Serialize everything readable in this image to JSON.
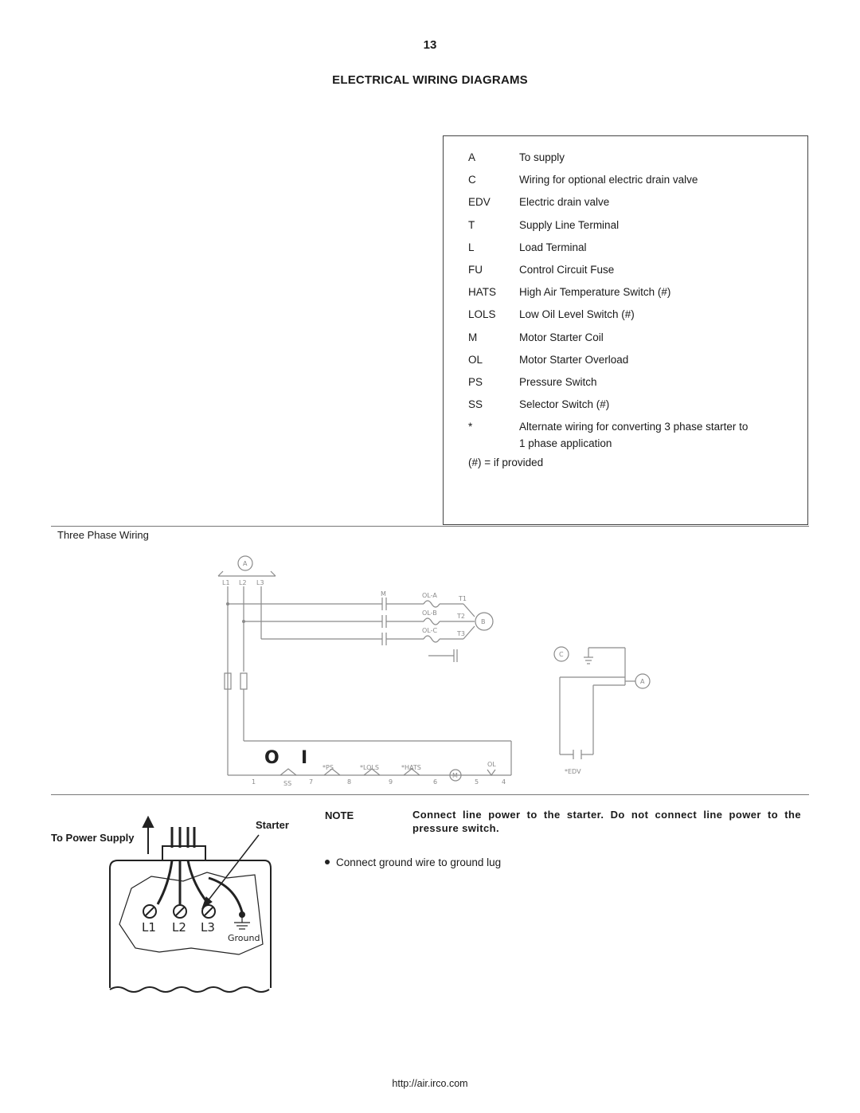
{
  "page_number": "13",
  "title": "ELECTRICAL WIRING DIAGRAMS",
  "legend": {
    "items": [
      {
        "code": "A",
        "desc": "To supply"
      },
      {
        "code": "C",
        "desc": "Wiring for optional electric drain valve"
      },
      {
        "code": "EDV",
        "desc": "Electric drain valve"
      },
      {
        "code": "T",
        "desc": "Supply Line Terminal"
      },
      {
        "code": "L",
        "desc": "Load Terminal"
      },
      {
        "code": "FU",
        "desc": "Control Circuit Fuse"
      },
      {
        "code": "HATS",
        "desc": "High Air Temperature Switch (#)"
      },
      {
        "code": "LOLS",
        "desc": "Low Oil Level Switch (#)"
      },
      {
        "code": "M",
        "desc": "Motor Starter Coil"
      },
      {
        "code": "OL",
        "desc": "Motor Starter Overload"
      },
      {
        "code": "PS",
        "desc": "Pressure  Switch"
      },
      {
        "code": "SS",
        "desc": "Selector  Switch (#)"
      }
    ],
    "asterisk_code": "*",
    "asterisk_desc_line1": "Alternate wiring for converting 3 phase starter to",
    "asterisk_desc_line2": "1 phase application",
    "if_provided": "(#) = if provided"
  },
  "three_phase_caption": "Three Phase Wiring",
  "diagram": {
    "supply_label": "A",
    "line_labels": [
      "L1",
      "L2",
      "L3"
    ],
    "motor_label": "B",
    "terminal_labels": [
      "T1",
      "T2",
      "T3"
    ],
    "contactor_label": "M",
    "overload_labels": [
      "OL-A",
      "OL-B",
      "OL-C"
    ],
    "selector_symbols": [
      "O",
      "I"
    ],
    "control_labels": [
      "SS",
      "*PS",
      "*LOLS",
      "*HATS",
      "M",
      "OL"
    ],
    "node_numbers": [
      "1",
      "7",
      "8",
      "9",
      "6",
      "5",
      "4"
    ],
    "drain_labels": [
      "C",
      "A",
      "*EDV"
    ]
  },
  "starter_figure": {
    "to_power_supply": "To Power Supply",
    "starter": "Starter",
    "terminals": [
      "L1",
      "L2",
      "L3"
    ],
    "ground": "Ground"
  },
  "note": {
    "label": "NOTE",
    "text": "Connect line power to the starter. Do not connect line power to the pressure switch.",
    "bullet": "Connect ground wire to ground lug"
  },
  "footer_url": "http://air.irco.com"
}
